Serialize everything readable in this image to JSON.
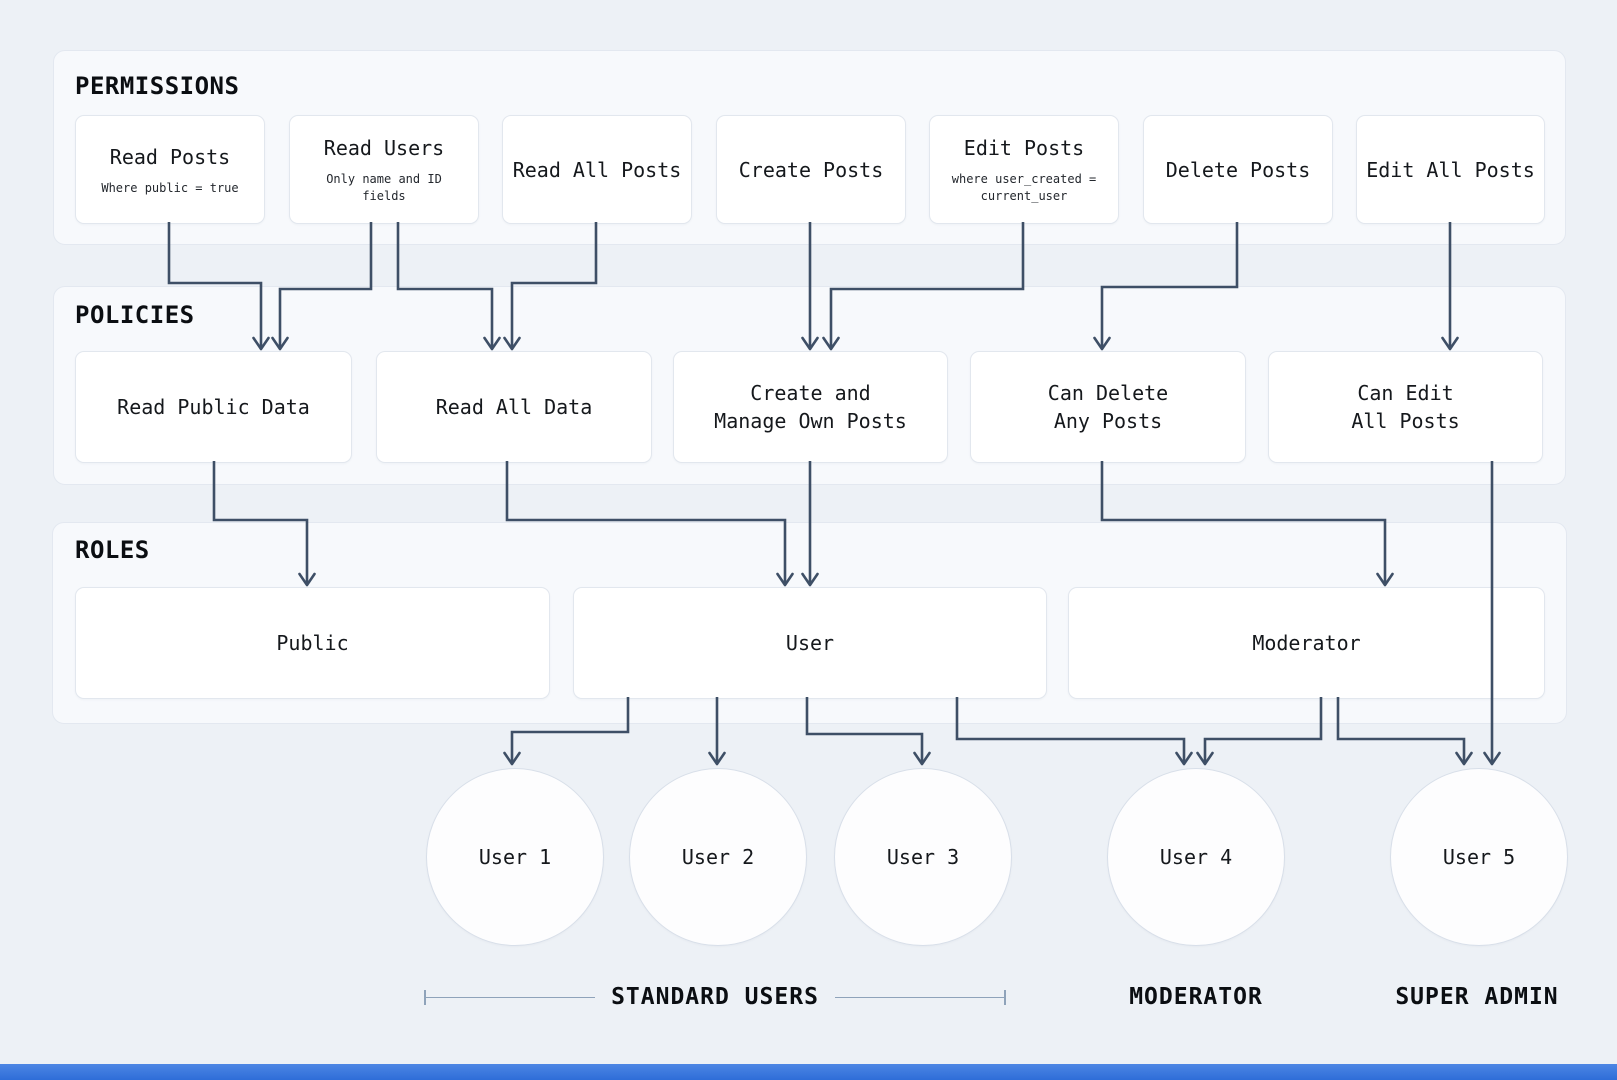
{
  "diagram": {
    "sections": {
      "permissions": {
        "title": "PERMISSIONS",
        "items": [
          {
            "title": "Read Posts",
            "subtitle": "Where public = true"
          },
          {
            "title": "Read Users",
            "subtitle": "Only name and ID fields"
          },
          {
            "title": "Read All Posts",
            "subtitle": ""
          },
          {
            "title": "Create Posts",
            "subtitle": ""
          },
          {
            "title": "Edit Posts",
            "subtitle": "where user_created = current_user"
          },
          {
            "title": "Delete Posts",
            "subtitle": ""
          },
          {
            "title": "Edit All Posts",
            "subtitle": ""
          }
        ]
      },
      "policies": {
        "title": "POLICIES",
        "items": [
          {
            "title": "Read Public Data",
            "title2": ""
          },
          {
            "title": "Read All Data",
            "title2": ""
          },
          {
            "title": "Create and",
            "title2": "Manage Own Posts"
          },
          {
            "title": "Can Delete",
            "title2": "Any Posts"
          },
          {
            "title": "Can Edit",
            "title2": "All Posts"
          }
        ]
      },
      "roles": {
        "title": "ROLES",
        "items": [
          {
            "title": "Public"
          },
          {
            "title": "User"
          },
          {
            "title": "Moderator"
          }
        ]
      },
      "users": {
        "items": [
          {
            "label": "User 1"
          },
          {
            "label": "User 2"
          },
          {
            "label": "User 3"
          },
          {
            "label": "User 4"
          },
          {
            "label": "User 5"
          }
        ]
      }
    },
    "groups": [
      {
        "label": "STANDARD USERS",
        "bracket": true
      },
      {
        "label": "MODERATOR",
        "bracket": false
      },
      {
        "label": "SUPER ADMIN",
        "bracket": false
      }
    ],
    "edges": [
      {
        "from": "Read Posts",
        "to": "Read Public Data"
      },
      {
        "from": "Read Users",
        "to": "Read Public Data"
      },
      {
        "from": "Read Users",
        "to": "Read All Data"
      },
      {
        "from": "Read All Posts",
        "to": "Read All Data"
      },
      {
        "from": "Create Posts",
        "to": "Create and Manage Own Posts"
      },
      {
        "from": "Edit Posts",
        "to": "Create and Manage Own Posts"
      },
      {
        "from": "Delete Posts",
        "to": "Can Delete Any Posts"
      },
      {
        "from": "Edit All Posts",
        "to": "Can Edit All Posts"
      },
      {
        "from": "Read Public Data",
        "to": "Public"
      },
      {
        "from": "Read All Data",
        "to": "User"
      },
      {
        "from": "Create and Manage Own Posts",
        "to": "User"
      },
      {
        "from": "Can Delete Any Posts",
        "to": "Moderator"
      },
      {
        "from": "Can Edit All Posts",
        "to": "User 5"
      },
      {
        "from": "User",
        "to": "User 1"
      },
      {
        "from": "User",
        "to": "User 2"
      },
      {
        "from": "User",
        "to": "User 3"
      },
      {
        "from": "User",
        "to": "User 4"
      },
      {
        "from": "Moderator",
        "to": "User 4"
      },
      {
        "from": "Moderator",
        "to": "User 5"
      }
    ],
    "colors": {
      "arrow": "#3e4f66",
      "bracket": "#8fa3ba",
      "bottom_bar": "#2e6dd8"
    }
  }
}
